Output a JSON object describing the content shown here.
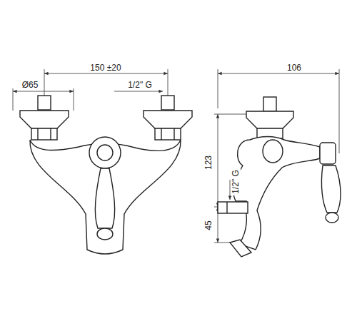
{
  "diagram": {
    "labels": [
      "Ø65",
      "150 ±20",
      "1/2\" G",
      "106",
      "123",
      "1/2\" G",
      "45"
    ]
  }
}
